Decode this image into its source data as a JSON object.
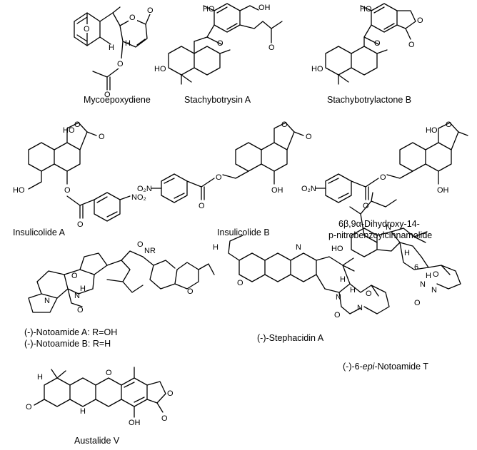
{
  "compounds": [
    {
      "id": "c1",
      "label": "Mycoepoxydiene",
      "atoms": [
        "O",
        "O",
        "O",
        "H",
        "H",
        "O",
        "O"
      ]
    },
    {
      "id": "c2",
      "label": "Stachybotrysin A",
      "atoms": [
        "HO",
        "OH",
        "O",
        "O",
        "HO"
      ]
    },
    {
      "id": "c3",
      "label": "Stachybotrylactone B",
      "atoms": [
        "HO",
        "O",
        "O",
        "O",
        "HO"
      ]
    },
    {
      "id": "c4",
      "label": "Insulicolide A",
      "atoms": [
        "HO",
        "O",
        "O",
        "HO",
        "O",
        "O",
        "NO₂"
      ]
    },
    {
      "id": "c5",
      "label": "Insulicolide B",
      "atoms": [
        "O",
        "O",
        "O",
        "O₂N",
        "O",
        "OH"
      ]
    },
    {
      "id": "c6",
      "label_line1": "6β,9α-Dihydroxy-14-",
      "label_line2": "p-nitrobenzoylcinnamolide",
      "atoms": [
        "HO",
        "O",
        "O",
        "O₂N",
        "O",
        "OH"
      ]
    },
    {
      "id": "c7",
      "label_line1": "(-)-Notoamide A: R=OH",
      "label_line2": "(-)-Notoamide B: R=H",
      "atoms": [
        "NR",
        "O",
        "O",
        "N",
        "N",
        "O",
        "O",
        "H"
      ]
    },
    {
      "id": "c8",
      "label": "(-)-Stephacidin A",
      "atoms": [
        "H",
        "N",
        "O",
        "H",
        "N",
        "O",
        "N",
        "O",
        "H"
      ]
    },
    {
      "id": "c9",
      "label_prefix": "(-)-6-",
      "label_italic": "epi",
      "label_suffix": "-Notoamide T",
      "atoms": [
        "HO",
        "H",
        "N",
        "6",
        "H",
        "N",
        "O",
        "N",
        "O"
      ]
    },
    {
      "id": "c10",
      "label": "Austalide V",
      "atoms": [
        "H",
        "O",
        "O",
        "O",
        "O",
        "H",
        "OH"
      ]
    }
  ]
}
